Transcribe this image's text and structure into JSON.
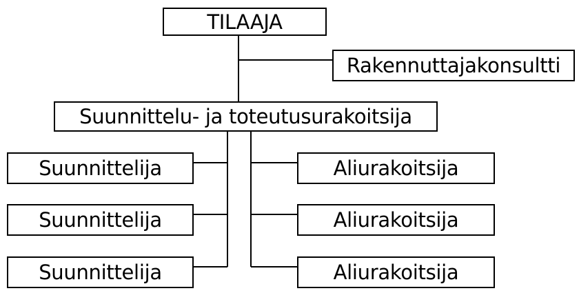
{
  "diagram": {
    "root": {
      "label": "TILAAJA",
      "consultant": "Rakennuttajakonsultti"
    },
    "contractor": {
      "label": "Suunnittelu- ja toteutusurakoitsija"
    },
    "designers": [
      {
        "label": "Suunnittelija"
      },
      {
        "label": "Suunnittelija"
      },
      {
        "label": "Suunnittelija"
      }
    ],
    "subcontractors": [
      {
        "label": "Aliurakoitsija"
      },
      {
        "label": "Aliurakoitsija"
      },
      {
        "label": "Aliurakoitsija"
      }
    ],
    "colors": {
      "line": "#000000",
      "box_border": "#000000",
      "background": "#ffffff",
      "text": "#000000"
    }
  }
}
